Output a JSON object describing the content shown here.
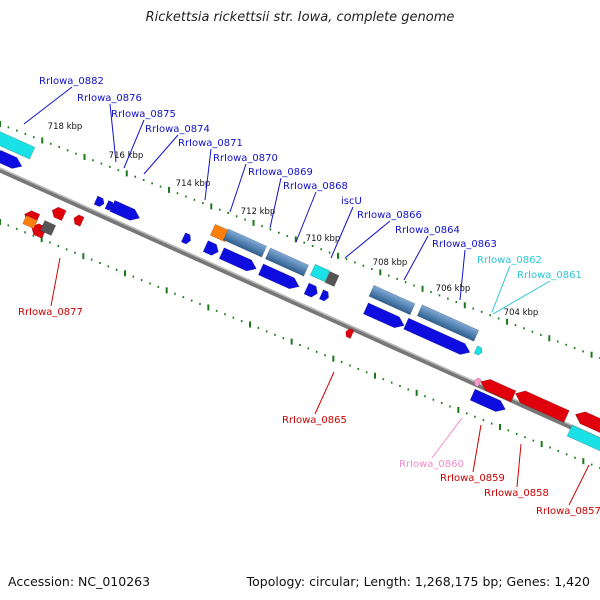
{
  "title": "Rickettsia rickettsii str. Iowa, complete genome",
  "accession": "Accession: NC_010263",
  "summary": "Topology: circular; Length: 1,268,175 bp; Genes: 1,420",
  "colors": {
    "forward_cds": "#0d0de0",
    "reverse_cds": "#e0000c",
    "rrna_like": "#19e1e6",
    "trna_like": "#ff7f0e",
    "pseudo": "#ff99cc",
    "gene_block": "#4682b4",
    "dark_gene": "#555555",
    "backbone": "#888888",
    "tick": "#1a7a1a"
  },
  "kbp_ticks": [
    "718 kbp",
    "716 kbp",
    "714 kbp",
    "712 kbp",
    "710 kbp",
    "708 kbp",
    "706 kbp",
    "704 kbp"
  ],
  "labels": [
    {
      "text": "RrIowa_0882",
      "color": "#1010c8"
    },
    {
      "text": "RrIowa_0876",
      "color": "#1010c8"
    },
    {
      "text": "RrIowa_0875",
      "color": "#1010c8"
    },
    {
      "text": "RrIowa_0874",
      "color": "#1010c8"
    },
    {
      "text": "RrIowa_0871",
      "color": "#1010c8"
    },
    {
      "text": "RrIowa_0870",
      "color": "#1010c8"
    },
    {
      "text": "RrIowa_0869",
      "color": "#1010c8"
    },
    {
      "text": "RrIowa_0868",
      "color": "#1010c8"
    },
    {
      "text": "iscU",
      "color": "#1010c8"
    },
    {
      "text": "RrIowa_0866",
      "color": "#1010c8"
    },
    {
      "text": "RrIowa_0864",
      "color": "#1010c8"
    },
    {
      "text": "RrIowa_0863",
      "color": "#1010c8"
    },
    {
      "text": "RrIowa_0862",
      "color": "#2bc6d6"
    },
    {
      "text": "RrIowa_0861",
      "color": "#2bc6d6"
    },
    {
      "text": "RrIowa_0877",
      "color": "#cc0000"
    },
    {
      "text": "RrIowa_0865",
      "color": "#cc0000"
    },
    {
      "text": "RrIowa_0860",
      "color": "#f08cc8"
    },
    {
      "text": "RrIowa_0859",
      "color": "#cc0000"
    },
    {
      "text": "RrIowa_0858",
      "color": "#cc0000"
    },
    {
      "text": "RrIowa_0857",
      "color": "#cc0000"
    }
  ]
}
